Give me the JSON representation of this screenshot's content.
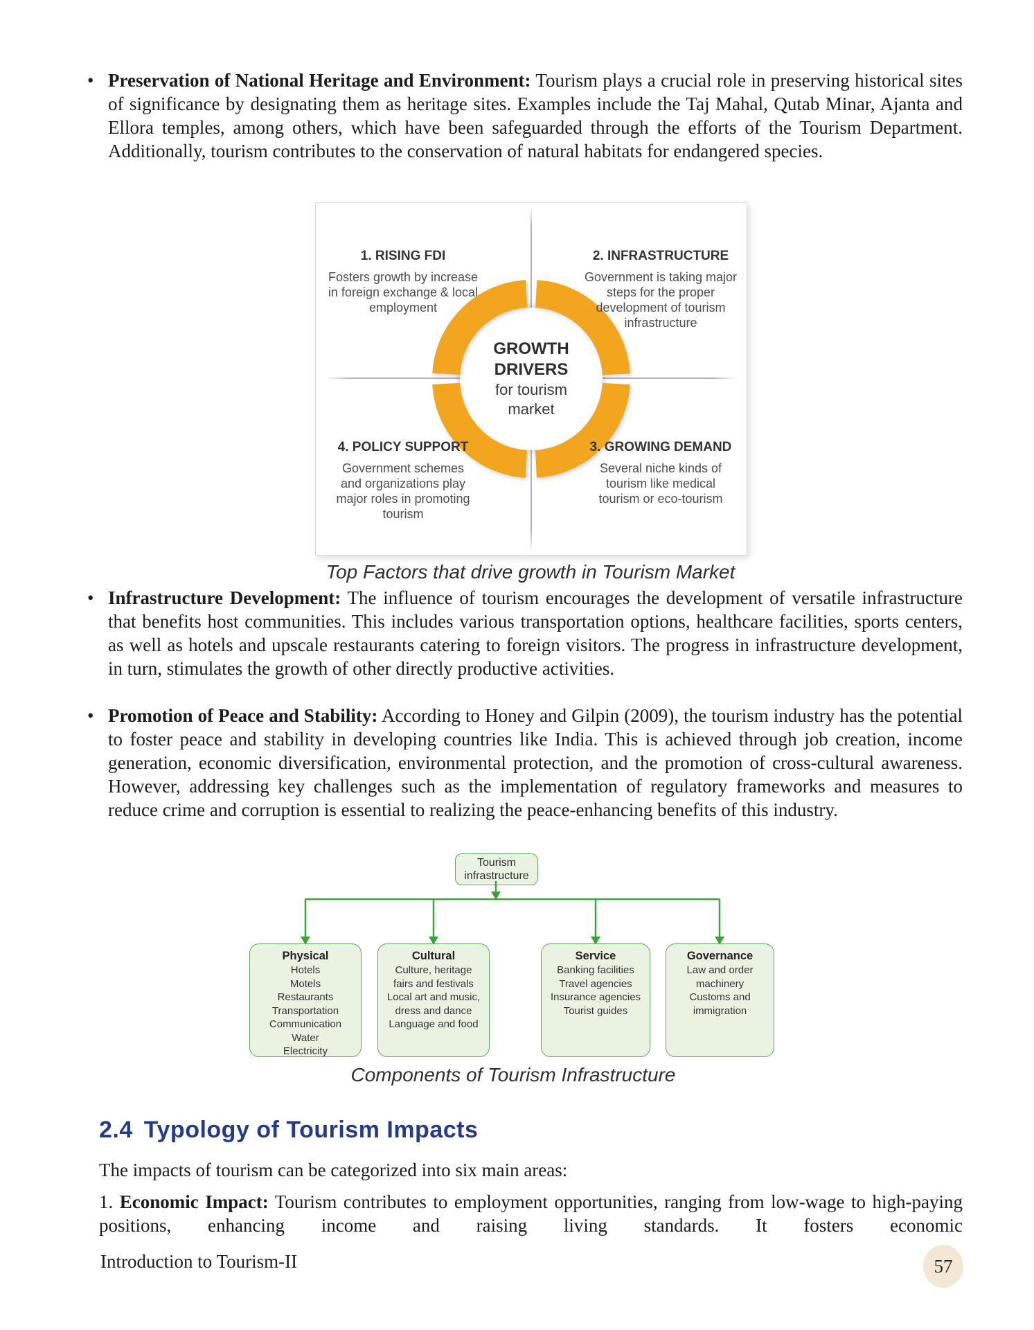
{
  "page": {
    "bullet_glyph": "•",
    "paragraphs": [
      {
        "lead": "Preservation of National Heritage and Environment:",
        "text": "Tourism plays a crucial role in preserving historical sites of significance by designating them as heritage sites. Examples include the Taj Mahal, Qutab Minar, Ajanta and Ellora temples, among others, which have been safeguarded through the efforts of the Tourism Department. Additionally, tourism contributes to the conservation of natural habitats for endangered species."
      },
      {
        "lead": "Infrastructure Development:",
        "text": "The influence of tourism encourages the development of versatile infrastructure that benefits host communities. This includes various transportation options, healthcare facilities, sports centers, as well as hotels and upscale restaurants catering to foreign visitors. The progress in infrastructure development, in turn, stimulates the growth of other directly productive activities."
      },
      {
        "lead": "Promotion of Peace and Stability:",
        "text": "According to Honey and Gilpin (2009), the tourism industry has the potential to foster peace and stability in developing countries like India. This is achieved through job creation, income generation, economic diversification, environmental protection, and the promotion of cross-cultural awareness. However, addressing key challenges such as the implementation of regulatory frameworks and measures to reduce crime and corruption is essential to realizing the peace-enhancing benefits of this industry."
      }
    ]
  },
  "growth_diagram": {
    "ring_color": "#F2A51E",
    "center": {
      "bold_lines": [
        "GROWTH",
        "DRIVERS"
      ],
      "regular_lines": [
        "for tourism",
        "market"
      ]
    },
    "quadrants": [
      {
        "title": "1. RISING FDI",
        "lines": [
          "Fosters growth by increase",
          "in foreign exchange & local",
          "employment"
        ]
      },
      {
        "title": "2. INFRASTRUCTURE",
        "lines": [
          "Government is taking major",
          "steps for the proper",
          "development of tourism",
          "infrastructure"
        ]
      },
      {
        "title": "4. POLICY SUPPORT",
        "lines": [
          "Government schemes",
          "and organizations play",
          "major roles in promoting",
          "tourism"
        ]
      },
      {
        "title": "3. GROWING DEMAND",
        "lines": [
          "Several niche kinds of",
          "tourism like medical",
          "tourism or eco-tourism"
        ]
      }
    ],
    "caption": "Top Factors that drive growth in Tourism Market"
  },
  "flowchart": {
    "accent_color": "#3AA33A",
    "root": {
      "lines": [
        "Tourism",
        "infrastructure"
      ]
    },
    "boxes": [
      {
        "title": "Physical",
        "items": [
          "Hotels",
          "Motels",
          "Restaurants",
          "Transportation",
          "Communication",
          "Water",
          "Electricity"
        ]
      },
      {
        "title": "Cultural",
        "items": [
          "Culture, heritage",
          "fairs and festivals",
          "Local art and music,",
          "dress and dance",
          "Language and food"
        ]
      },
      {
        "title": "Service",
        "items": [
          "Banking facilities",
          "Travel agencies",
          "Insurance agencies",
          "Tourist guides"
        ]
      },
      {
        "title": "Governance",
        "items": [
          "Law and order",
          "machinery",
          "Customs and",
          "immigration"
        ]
      }
    ],
    "caption": "Components of Tourism Infrastructure"
  },
  "section": {
    "number": "2.4",
    "title": "Typology of Tourism Impacts",
    "heading_color": "#243B8D",
    "intro": "The impacts of tourism can be categorized into six main areas:",
    "items": [
      {
        "number": "1.",
        "lead": "Economic Impact:",
        "text": "Tourism contributes to employment opportunities, ranging from low-wage to high-paying positions, enhancing income and raising living standards. It fosters economic"
      }
    ]
  },
  "footer": {
    "book_title": "Introduction to  Tourism-II",
    "page_number": "57"
  }
}
